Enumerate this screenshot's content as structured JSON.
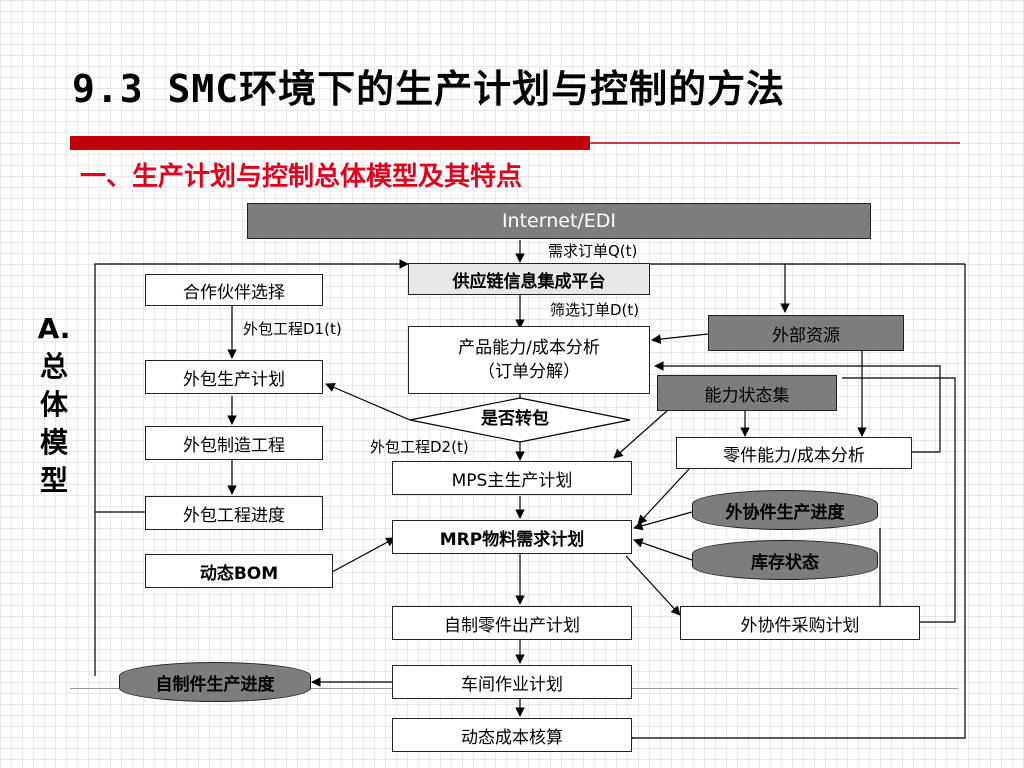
{
  "slide": {
    "title": "9.3 SMC环境下的生产计划与控制的方法",
    "subtitle": "一、生产计划与控制总体模型及其特点"
  },
  "section_label": "A.总体模型",
  "diagram": {
    "internet_edi": "Internet/EDI",
    "scm_platform": "供应链信息集成平台",
    "partner_selection": "合作伙伴选择",
    "outsource_plan": "外包生产计划",
    "outsource_manufacturing": "外包制造工程",
    "outsource_progress": "外包工程进度",
    "dynamic_bom": "动态BOM",
    "capacity_cost_analysis_line1": "产品能力/成本分析",
    "capacity_cost_analysis_line2": "（订单分解）",
    "external_resources": "外部资源",
    "capacity_state_set": "能力状态集",
    "outsource_decision": "是否转包",
    "parts_capacity_analysis": "零件能力/成本分析",
    "mps": "MPS主生产计划",
    "mrp": "MRP物料需求计划",
    "subcontract_progress": "外协件生产进度",
    "inventory_state": "库存状态",
    "self_made_plan": "自制零件出产计划",
    "subcontract_purchase": "外协件采购计划",
    "self_made_progress": "自制件生产进度",
    "workshop_plan": "车间作业计划",
    "dynamic_cost": "动态成本核算",
    "label_demand_order": "需求订单Q(t)",
    "label_filtered_order": "筛选订单D(t)",
    "label_outsource_d1": "外包工程D1(t)",
    "label_outsource_d2": "外包工程D2(t)"
  }
}
